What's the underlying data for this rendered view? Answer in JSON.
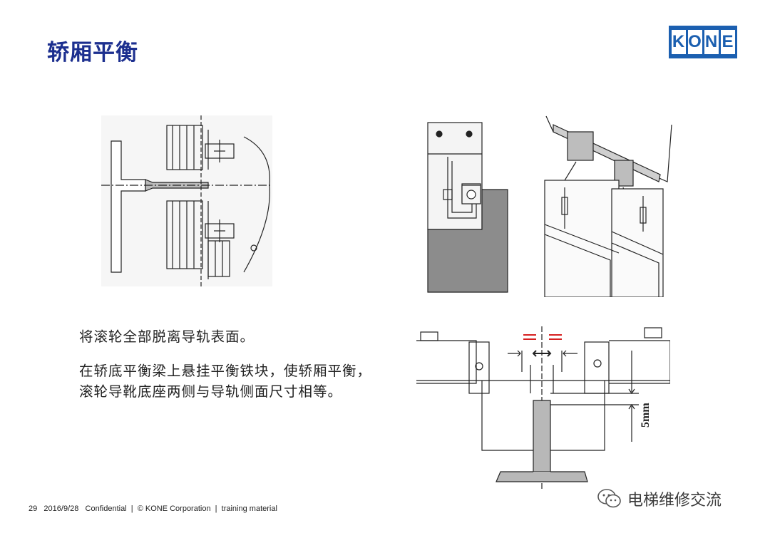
{
  "slide": {
    "title": "轿厢平衡",
    "logo_letters": [
      "K",
      "O",
      "N",
      "E"
    ],
    "paragraphs": [
      "将滚轮全部脱离导轨表面。",
      "在轿底平衡梁上悬挂平衡铁块，使轿厢平衡，滚轮导靴底座两侧与导轨侧面尺寸相等。"
    ],
    "footer": {
      "page_number": "29",
      "date": "2016/9/28",
      "text": "Confidential  |  © KONE Corporation  |  training material"
    },
    "watermark": "电梯维修交流",
    "figure_labels": {
      "dimension": "5mm"
    }
  },
  "colors": {
    "title": "#1c2f8f",
    "logo_bg": "#1b5fb0",
    "equal_marks": "#d62020",
    "figure_bg": "#f4f4f4",
    "rail_fill": "#b8b8b8"
  }
}
